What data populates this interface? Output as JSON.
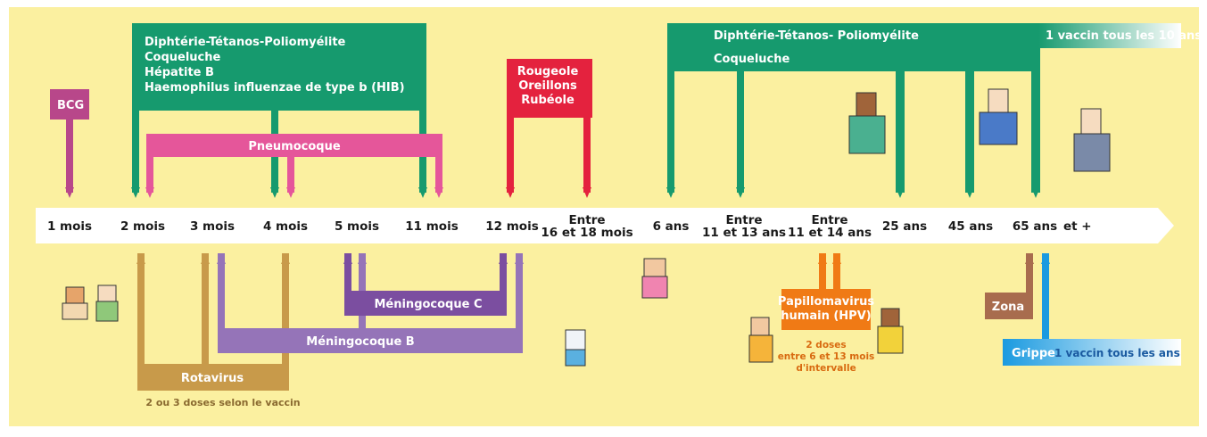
{
  "timeline": {
    "ages": [
      {
        "id": "1m",
        "lines": [
          "1 mois"
        ]
      },
      {
        "id": "2m",
        "lines": [
          "2 mois"
        ]
      },
      {
        "id": "3m",
        "lines": [
          "3 mois"
        ]
      },
      {
        "id": "4m",
        "lines": [
          "4 mois"
        ]
      },
      {
        "id": "5m",
        "lines": [
          "5 mois"
        ]
      },
      {
        "id": "11m",
        "lines": [
          "11 mois"
        ]
      },
      {
        "id": "12m",
        "lines": [
          "12 mois"
        ]
      },
      {
        "id": "16m",
        "lines": [
          "Entre",
          "16 et 18 mois"
        ]
      },
      {
        "id": "6a",
        "lines": [
          "6 ans"
        ]
      },
      {
        "id": "11a",
        "lines": [
          "Entre",
          "11 et 13 ans"
        ]
      },
      {
        "id": "11b",
        "lines": [
          "Entre",
          "11 et 14 ans"
        ]
      },
      {
        "id": "25a",
        "lines": [
          "25 ans"
        ]
      },
      {
        "id": "45a",
        "lines": [
          "45 ans"
        ]
      },
      {
        "id": "65a",
        "lines": [
          "65 ans"
        ]
      }
    ],
    "end_suffix": "et +"
  },
  "vaccines": {
    "bcg": "BCG",
    "dtp_infant": [
      "Diphtérie-Tétanos-Poliomyélite",
      "Coqueluche",
      "Hépatite B",
      "Haemophilus influenzae de type b (HIB)"
    ],
    "pneumo": "Pneumocoque",
    "ror": [
      "Rougeole",
      "Oreillons",
      "Rubéole"
    ],
    "dtp_adult": "Diphtérie-Tétanos- Poliomyélite",
    "coqueluche": "Coqueluche",
    "dtp_adult_note": "1 vaccin tous les 10 ans",
    "rotavirus": "Rotavirus",
    "rotavirus_note": "2 ou 3 doses selon le vaccin",
    "menc": "Méningocoque C",
    "menb": "Méningocoque B",
    "hpv": [
      "Papillomavirus",
      "humain (HPV)"
    ],
    "hpv_note": [
      "2 doses",
      "entre 6 et 13 mois",
      "d'intervalle"
    ],
    "zona": "Zona",
    "grippe": "Grippe",
    "grippe_note": "1 vaccin tous les ans"
  },
  "colors": {
    "background": "#fbf0a0",
    "bcg": "#b8478a",
    "dtp": "#169a6e",
    "pneumo": "#e5569a",
    "ror": "#e4223e",
    "rotavirus": "#c89a4a",
    "menc": "#7b4ea0",
    "menb": "#9574b8",
    "hpv": "#f07a15",
    "zona": "#a86c4e",
    "grippe": "#1a9ae0"
  }
}
